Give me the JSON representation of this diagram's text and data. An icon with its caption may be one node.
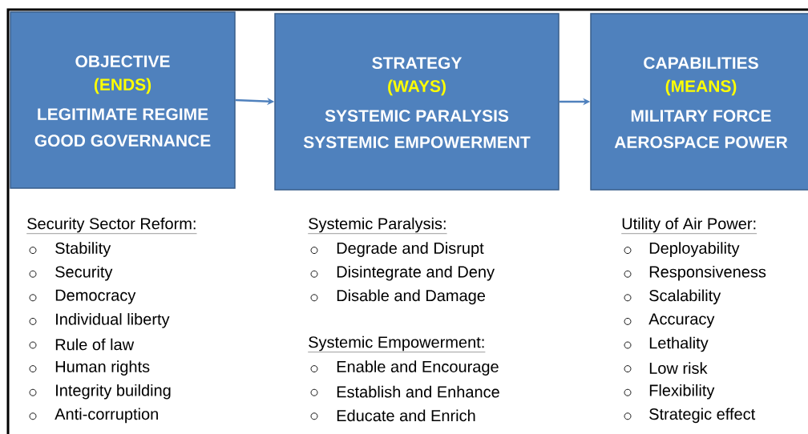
{
  "diagram": {
    "nodes": [
      {
        "text": [
          "OBJECTIVE",
          "(ENDS)",
          "LEGITIMATE REGIME",
          "GOOD GOVERNANCE"
        ]
      },
      {
        "text": [
          "STRATEGY",
          "(WAYS)",
          "SYSTEMIC PARALYSIS",
          "SYSTEMIC EMPOWERMENT"
        ]
      },
      {
        "text": [
          "CAPABILITIES",
          "(MEANS)",
          "MILITARY FORCE",
          "AEROSPACE POWER"
        ]
      }
    ],
    "edges": [
      {
        "from": 0,
        "to": 1,
        "arrow": "to"
      },
      {
        "from": 1,
        "to": 2,
        "arrow": "to"
      }
    ],
    "labels": [
      "Security Sector Reform:",
      "Stability",
      "Security",
      "Democracy",
      "Individual liberty",
      "Rule of law",
      "Human rights",
      "Integrity building",
      "Anti-corruption",
      "Systemic Paralysis:",
      "Degrade and Disrupt",
      "Disintegrate and Deny",
      "Disable and Damage",
      "Systemic Empowerment:",
      "Enable and Encourage",
      "Establish and Enhance",
      "Educate and Enrich",
      "Utility of Air Power:",
      "Deployability",
      "Responsiveness",
      "Scalability",
      "Accuracy",
      "Lethality",
      "Low risk",
      "Flexibility",
      "Strategic effect"
    ]
  }
}
